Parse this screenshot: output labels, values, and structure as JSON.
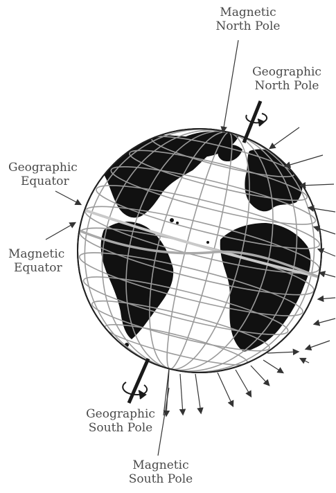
{
  "labels": {
    "magnetic_north_pole": {
      "line1": "Magnetic",
      "line2": "North Pole"
    },
    "geographic_north_pole": {
      "line1": "Geographic",
      "line2": "North Pole"
    },
    "geographic_equator": {
      "line1": "Geographic",
      "line2": "Equator"
    },
    "magnetic_equator": {
      "line1": "Magnetic",
      "line2": "Equator"
    },
    "geographic_south_pole": {
      "line1": "Geographic",
      "line2": "South Pole"
    },
    "magnetic_south_pole": {
      "line1": "Magnetic",
      "line2": "South Pole"
    }
  },
  "colors": {
    "globe_fill": "#ffffff",
    "land": "#111111",
    "grid": "#9a9a9a",
    "equator_line": "#b5b5b5",
    "axis": "#1a1a1a",
    "arrows": "#333333",
    "text": "#4a4a4a"
  },
  "icons": [
    "rotation-arrow-icon",
    "field-arrow-icon"
  ]
}
